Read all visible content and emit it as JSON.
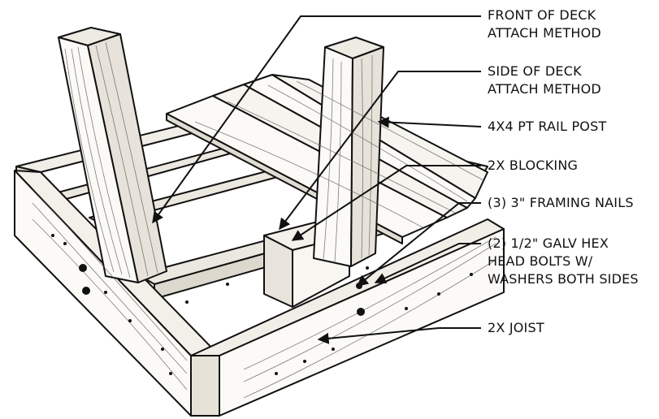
{
  "labels": {
    "front_attach": [
      "FRONT OF DECK",
      "ATTACH METHOD"
    ],
    "side_attach": [
      "SIDE OF DECK",
      "ATTACH METHOD"
    ],
    "rail_post": "4X4 PT RAIL POST",
    "blocking": "2X BLOCKING",
    "framing_nails": "(3) 3\" FRAMING NAILS",
    "hex_bolts": [
      "(2) 1/2\" GALV HEX",
      "HEAD BOLTS W/",
      "WASHERS BOTH SIDES"
    ],
    "joist": "2X JOIST"
  },
  "colors": {
    "ink": "#111111",
    "wood_light": "#fbfaf6",
    "wood_shade": "#e9e6de",
    "wood_dark": "#cfcac0"
  }
}
